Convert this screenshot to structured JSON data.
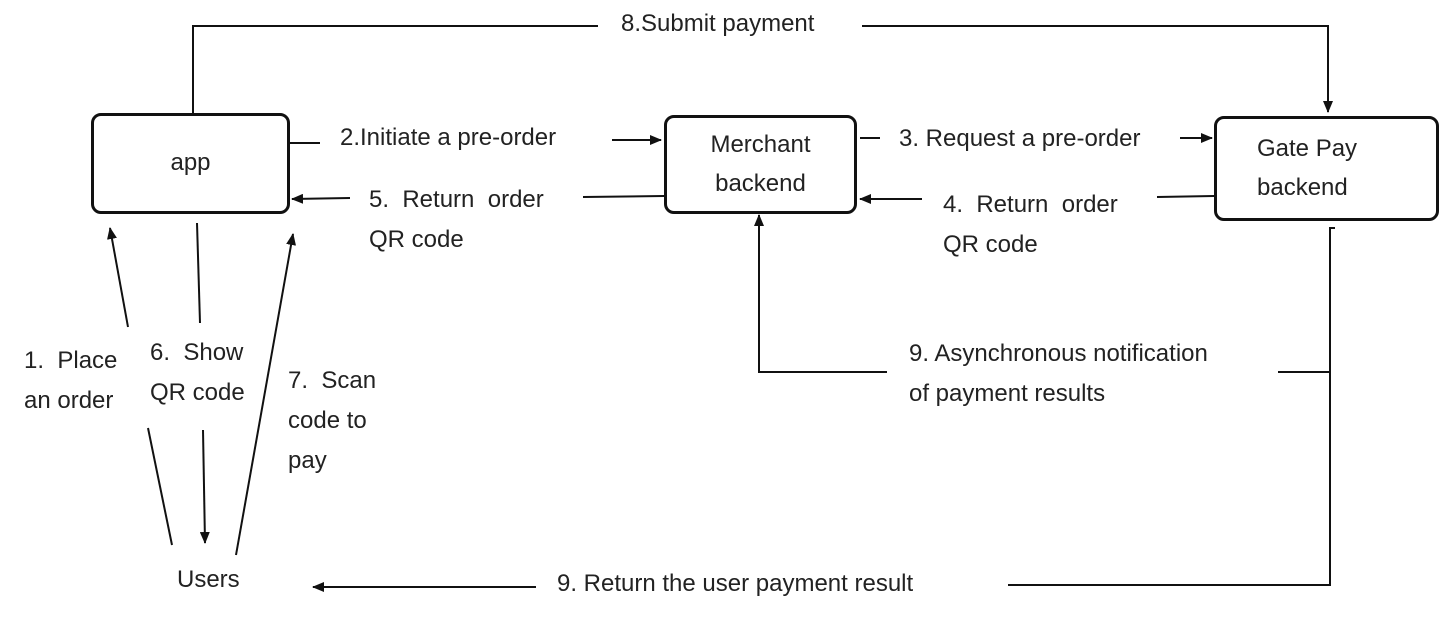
{
  "nodes": {
    "app": "app",
    "merchant": [
      "Merchant",
      "backend"
    ],
    "gatepay": [
      "Gate Pay",
      "backend"
    ],
    "users": "Users"
  },
  "edges": {
    "e1": [
      "1.  Place",
      "an order"
    ],
    "e2": "2.Initiate a pre-order",
    "e3": "3. Request a pre-order",
    "e4": [
      "4.  Return  order",
      "QR code"
    ],
    "e5": [
      "5.  Return  order",
      "QR code"
    ],
    "e6": [
      "6.  Show",
      "QR code"
    ],
    "e7": [
      "7.  Scan",
      "code to",
      "pay"
    ],
    "e8": "8.Submit payment",
    "e9a": [
      "9. Asynchronous notification",
      "of payment results"
    ],
    "e9b": "9. Return the user payment result"
  }
}
